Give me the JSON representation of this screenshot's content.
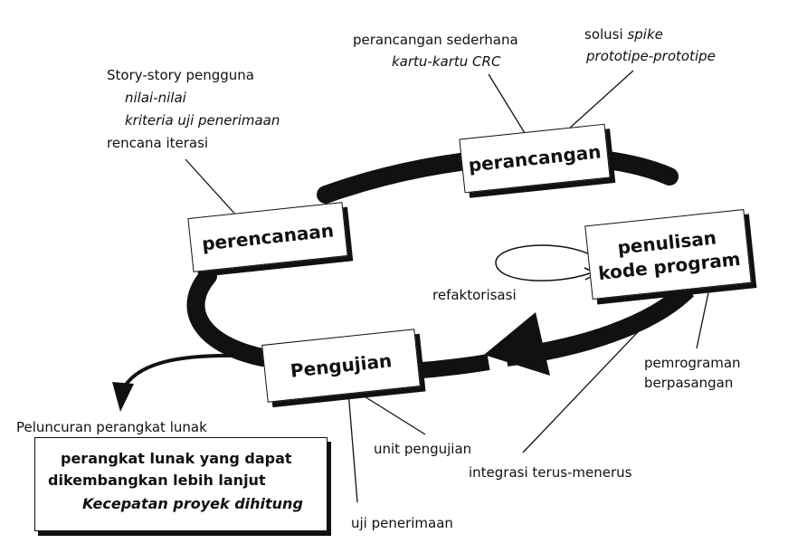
{
  "phases": {
    "planning": "perencanaan",
    "design": "perancangan",
    "coding_line1": "penulisan",
    "coding_line2": "kode program",
    "testing": "Pengujian"
  },
  "planning_notes": {
    "line1": "Story-story pengguna",
    "line2": "nilai-nilai",
    "line3": "kriteria uji penerimaan",
    "line4": "rencana iterasi"
  },
  "design_notes": {
    "line1": "perancangan sederhana",
    "line2": "kartu-kartu CRC"
  },
  "spike_notes": {
    "line1_prefix": "solusi",
    "line1_italic": "spike",
    "line2": "prototipe-prototipe"
  },
  "coding_notes": {
    "refactoring": "refaktorisasi",
    "pair_line1": "pemrograman",
    "pair_line2": "berpasangan",
    "continuous_integration": "integrasi terus-menerus"
  },
  "testing_notes": {
    "unit_test": "unit pengujian",
    "acceptance_test": "uji penerimaan"
  },
  "release": {
    "title": "Peluncuran perangkat lunak",
    "line1": "perangkat lunak yang dapat",
    "line2": "dikembangkan lebih lanjut",
    "line3": "Kecepatan proyek dihitung"
  }
}
